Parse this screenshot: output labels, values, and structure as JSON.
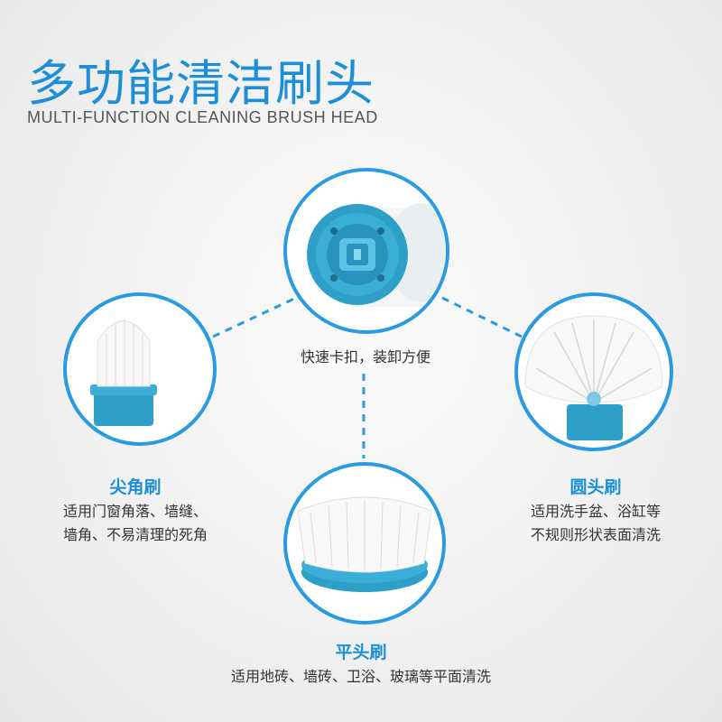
{
  "header": {
    "title": "多功能清洁刷头",
    "subtitle": "MULTI-FUNCTION CLEANING BRUSH HEAD"
  },
  "center": {
    "caption": "快速卡扣，装卸方便"
  },
  "brushes": [
    {
      "name": "尖角刷",
      "desc_line1": "适用门窗角落、墙缝、",
      "desc_line2": "墙角、不易清理的死角"
    },
    {
      "name": "圆头刷",
      "desc_line1": "适用洗手盆、浴缸等",
      "desc_line2": "不规则形状表面清洗"
    },
    {
      "name": "平头刷",
      "desc_line1": "适用地砖、墙砖、卫浴、玻璃等平面清洗"
    }
  ],
  "colors": {
    "accent": "#1d8fd8",
    "ring": "#2a9be0",
    "teal": "#2e9fc9"
  }
}
